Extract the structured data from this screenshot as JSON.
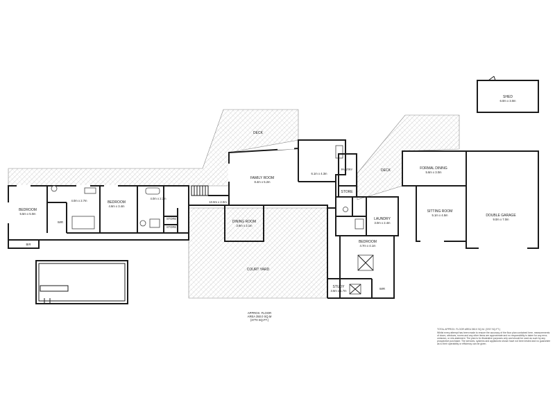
{
  "plan": {
    "rooms": {
      "bedroom1": {
        "name": "BEDROOM",
        "size": "5.5m x 5.0m"
      },
      "wir1": {
        "name": "WIR"
      },
      "bir": {
        "name": "BIR"
      },
      "bath1": {
        "size": "4.0m x 2.7m"
      },
      "bedroom2": {
        "name": "BEDROOM",
        "size": "4.6m x 3.4m"
      },
      "bath2": {
        "size": "4.0m x 2.3m"
      },
      "store1": {
        "name": "STORE"
      },
      "store2": {
        "name": "STORE"
      },
      "passage": {
        "size": "10.9m x 2.0m"
      },
      "family": {
        "name": "FAMILY ROOM",
        "size": "8.4m x 5.2m"
      },
      "kitchen": {
        "size": "6.1m x 4.3m"
      },
      "pantry": {
        "name": "PANTRY"
      },
      "store3": {
        "name": "STORE"
      },
      "dining": {
        "name": "DINING ROOM",
        "size": "3.6m x 3.1m"
      },
      "deck1": {
        "name": "DECK"
      },
      "deck2": {
        "name": "DECK"
      },
      "courtyard": {
        "name": "COURT YARD"
      },
      "laundry": {
        "name": "LAUNDRY",
        "size": "3.0m x 2.4m"
      },
      "bedroom3": {
        "name": "BEDROOM",
        "size": "4.7m x 4.1m"
      },
      "study": {
        "name": "STUDY",
        "size": "3.6m x 1.7m"
      },
      "wir2": {
        "name": "WIR"
      },
      "formal": {
        "name": "FORMAL DINING",
        "size": "5.6m x 3.0m"
      },
      "sitting": {
        "name": "SITTING ROOM",
        "size": "5.1m x 4.5m"
      },
      "garage": {
        "name": "DOUBLE GARAGE",
        "size": "9.0m x 7.0m"
      },
      "shed": {
        "name": "SHED",
        "size": "6.0m x 3.0m"
      }
    },
    "floor_area": [
      "APPROX. FLOOR",
      "AREA 350.0 SQ.M",
      "(3770 SQ.FT.)"
    ],
    "total_area": "TOTAL APPROX. FLOOR AREA 350.0 SQ.M. (3767 SQ.FT.)",
    "disclaimer": [
      "Whilst every attempt has been made to ensure the accuracy of the floor plan contained here, measurements",
      "of doors, windows, rooms and any other items are approximate and no responsibility is taken for any error,",
      "omission, or mis-statement. The plan is for illustrative purposes only and should be used as such by any",
      "prospective purchaser. The services, systems and appliances shown have not been tested and no guarantee",
      "as to their operability or efficiency can be given."
    ]
  },
  "colors": {
    "wall": "#1a1a1a",
    "hatch": "#9a9a9a",
    "background": "#ffffff"
  }
}
